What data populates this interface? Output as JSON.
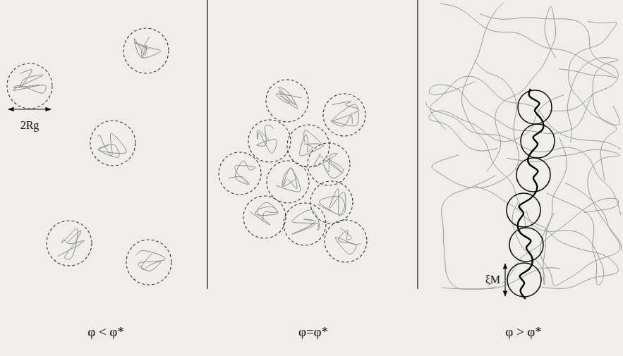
{
  "diagram": {
    "labels": [
      "2Rg",
      "ξM",
      "φ < φ*",
      "φ=φ*",
      "φ > φ*"
    ]
  }
}
